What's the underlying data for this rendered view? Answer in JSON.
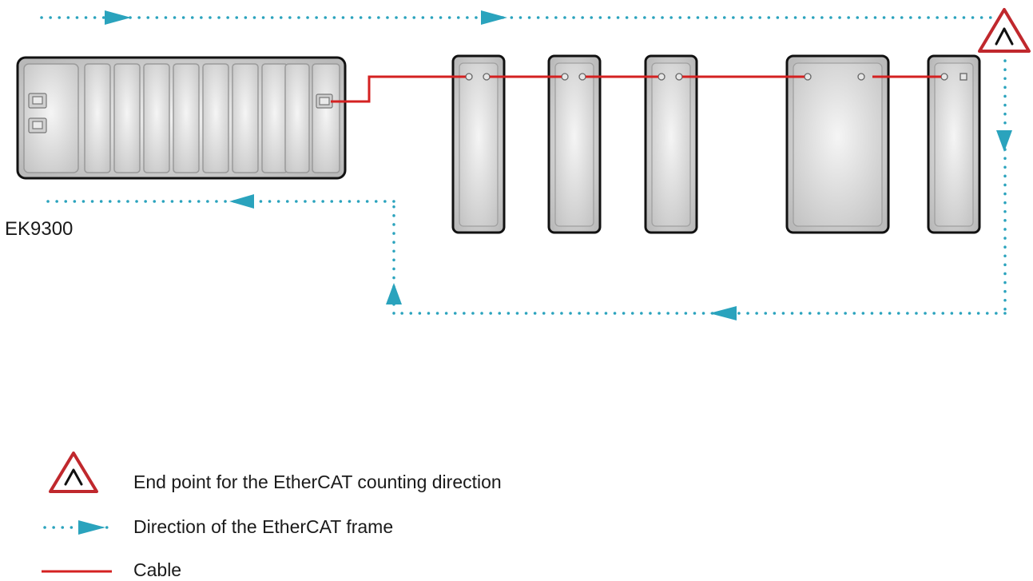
{
  "device_label": "EK9300",
  "legend": {
    "end_point": "End point for the EtherCAT counting direction",
    "frame_direction": "Direction of the EtherCAT frame",
    "cable": "Cable"
  },
  "colors": {
    "frame_line": "#2aa3bd",
    "cable": "#d42121",
    "end_point_border": "#c0282d",
    "module_fill": "#d6d6d6",
    "module_border": "#111111"
  },
  "icons": [
    "end-point-triangle-icon",
    "ethernet-port-icon",
    "frame-arrow-icon"
  ]
}
